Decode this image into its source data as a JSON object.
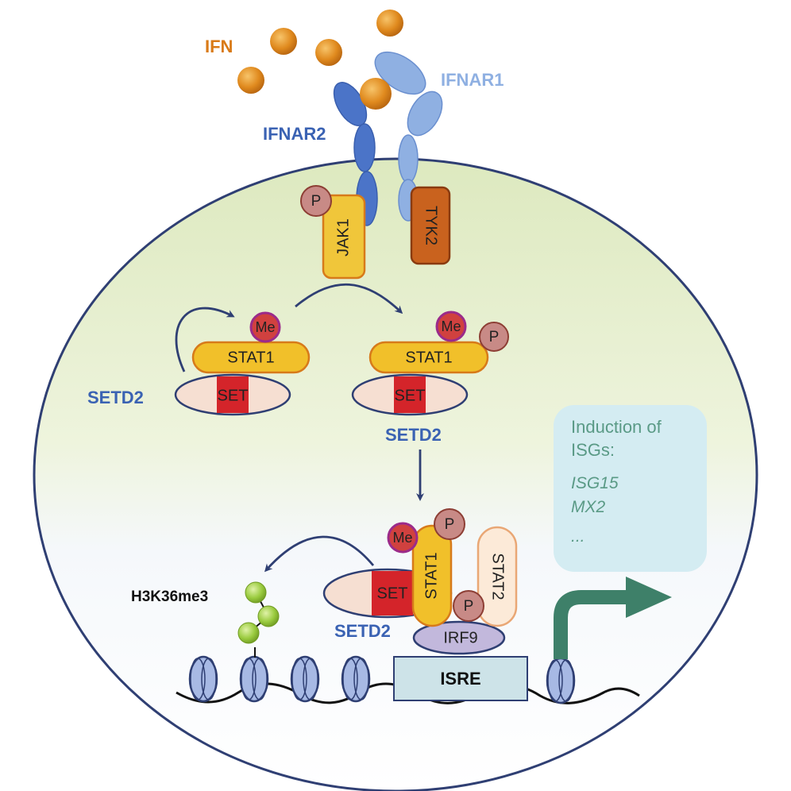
{
  "labels": {
    "ifn": "IFN",
    "ifnar1": "IFNAR1",
    "ifnar2": "IFNAR2",
    "jak1": "JAK1",
    "tyk2": "TYK2",
    "phospho": "P",
    "methyl": "Me",
    "stat1": "STAT1",
    "stat2": "STAT2",
    "set_domain": "SET",
    "setd2": "SETD2",
    "irf9": "IRF9",
    "isre": "ISRE",
    "h3k36me3": "H3K36me3"
  },
  "isg_box": {
    "title_line1": "Induction of",
    "title_line2": "ISGs:",
    "genes": [
      "ISG15",
      "MX2",
      "..."
    ]
  },
  "colors": {
    "ifn_orange": "#e08a1e",
    "ifnar1_blue": "#8fb0e2",
    "ifnar2_blue": "#4b74c8",
    "setd2_label": "#3a62b3",
    "jak1_yellow": "#f0c63a",
    "tyk2_orange": "#c9621e",
    "stat1_yellow": "#f1c02a",
    "set_red": "#d4242a",
    "phospho_fill": "#c88a86",
    "methyl_fill": "#d0413f",
    "isg_box_fill": "#d4ecf2",
    "isg_text": "#5a9a86",
    "arrow_green": "#3e8069",
    "nucleosome_blue": "#a7b9e4",
    "h3k36_green": "#9acb3f"
  }
}
